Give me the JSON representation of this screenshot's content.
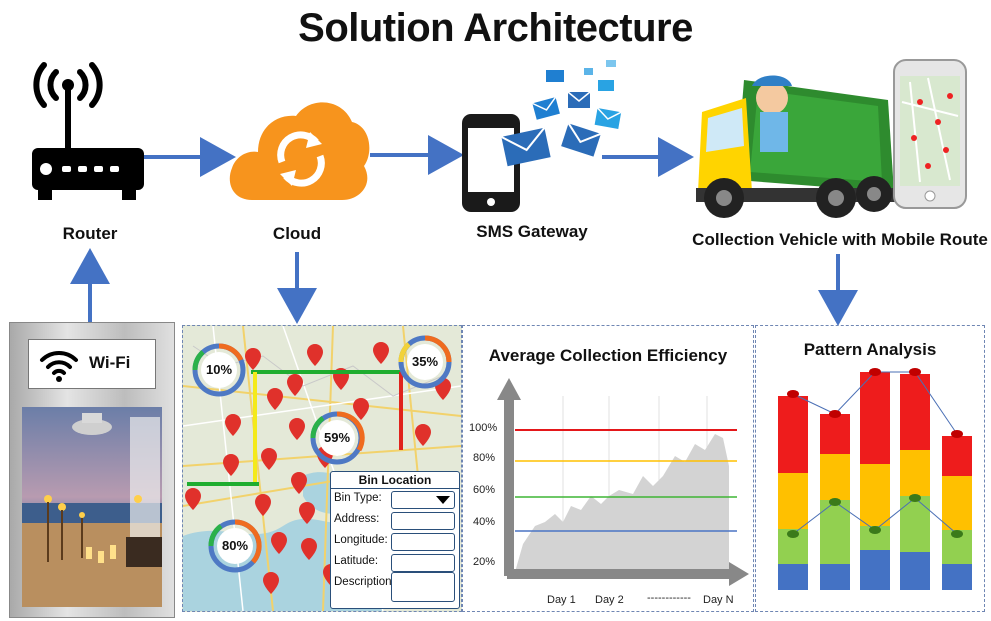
{
  "title": "Solution Architecture",
  "nodes": {
    "router": "Router",
    "cloud": "Cloud",
    "sms": "SMS Gateway",
    "vehicle": "Collection Vehicle with Mobile Route"
  },
  "wifi": {
    "label": "Wi-Fi"
  },
  "map": {
    "fill_levels": [
      "10%",
      "35%",
      "59%",
      "80%"
    ],
    "form": {
      "title": "Bin Location",
      "fields": [
        "Bin Type:",
        "Address:",
        "Longitude:",
        "Latitude:",
        "Description:"
      ]
    }
  },
  "efficiency_chart": {
    "title": "Average Collection Efficiency",
    "y_ticks": [
      "100%",
      "80%",
      "60%",
      "40%",
      "20%"
    ],
    "x_ticks": [
      "Day 1",
      "Day 2",
      "------------",
      "Day N"
    ]
  },
  "pattern_chart": {
    "title": "Pattern Analysis"
  },
  "colors": {
    "arrow": "#4472c4",
    "cloud": "#f7941d",
    "red": "#ee1c1c",
    "yellow": "#ffc000",
    "green": "#92d050",
    "blue": "#4472c4"
  }
}
